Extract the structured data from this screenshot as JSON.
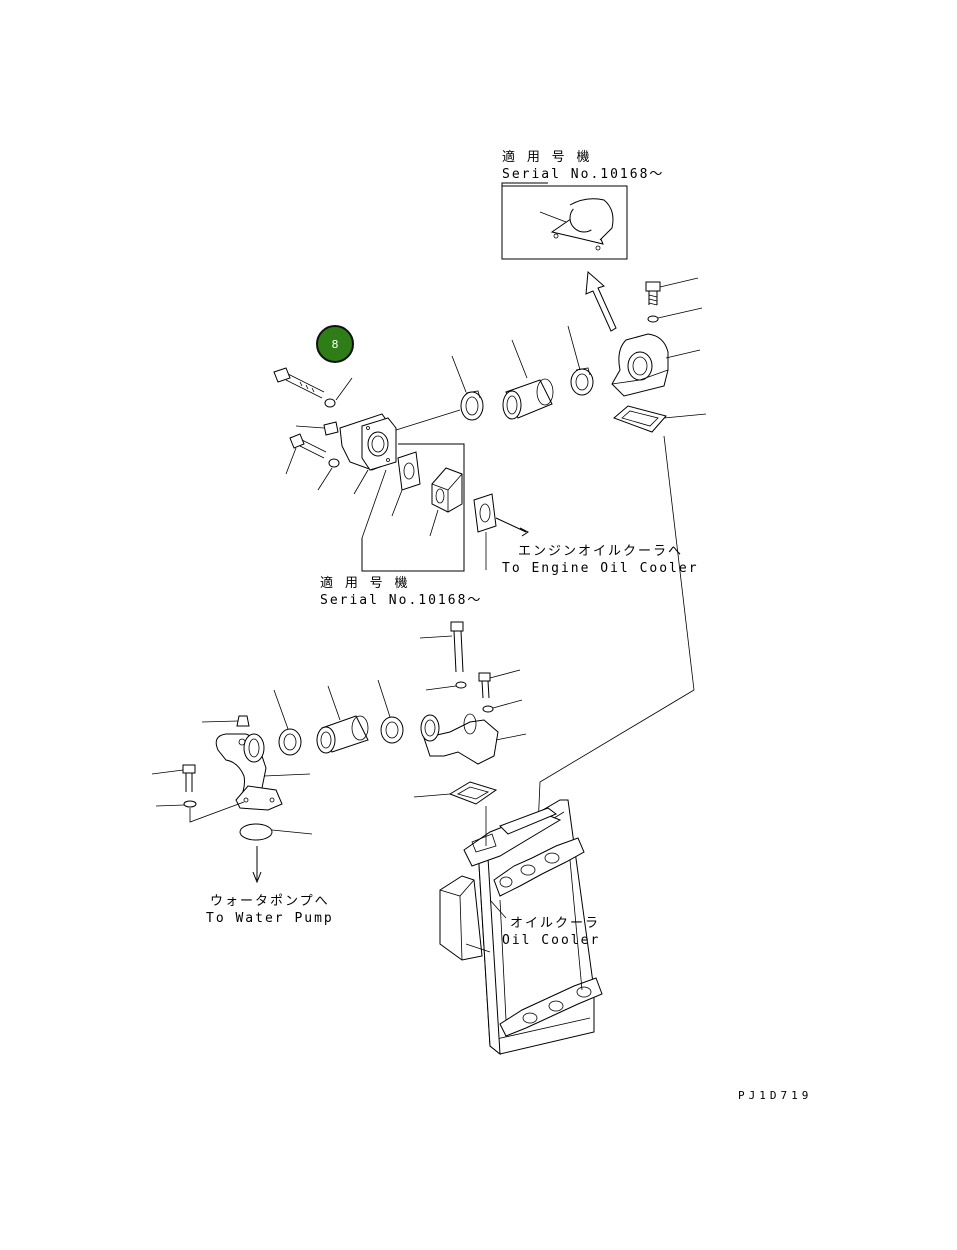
{
  "badge": {
    "number": "8",
    "color": "#2e7d16"
  },
  "labels": {
    "serial_top_jp": "適 用 号 機",
    "serial_top_en": "Serial No.10168～",
    "serial_mid_jp": "適 用 号 機",
    "serial_mid_en": "Serial No.10168～",
    "engine_oil_cooler_jp": "エンジンオイルクーラへ",
    "engine_oil_cooler_en": "To Engine Oil Cooler",
    "water_pump_jp": "ウォータポンプへ",
    "water_pump_en": "To Water Pump",
    "oil_cooler_jp": "オイルクーラ",
    "oil_cooler_en": "Oil Cooler",
    "drawing_code": "PJ1D719"
  }
}
